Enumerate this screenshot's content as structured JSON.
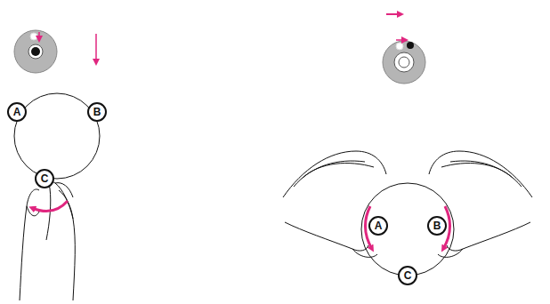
{
  "diagram": {
    "nodes": [
      {
        "text": [
          "A"
        ]
      },
      {
        "text": [
          "B"
        ]
      },
      {
        "text": [
          "C"
        ]
      },
      {
        "text": [
          "A"
        ]
      },
      {
        "text": [
          "B"
        ]
      },
      {
        "text": [
          "C"
        ]
      }
    ]
  }
}
